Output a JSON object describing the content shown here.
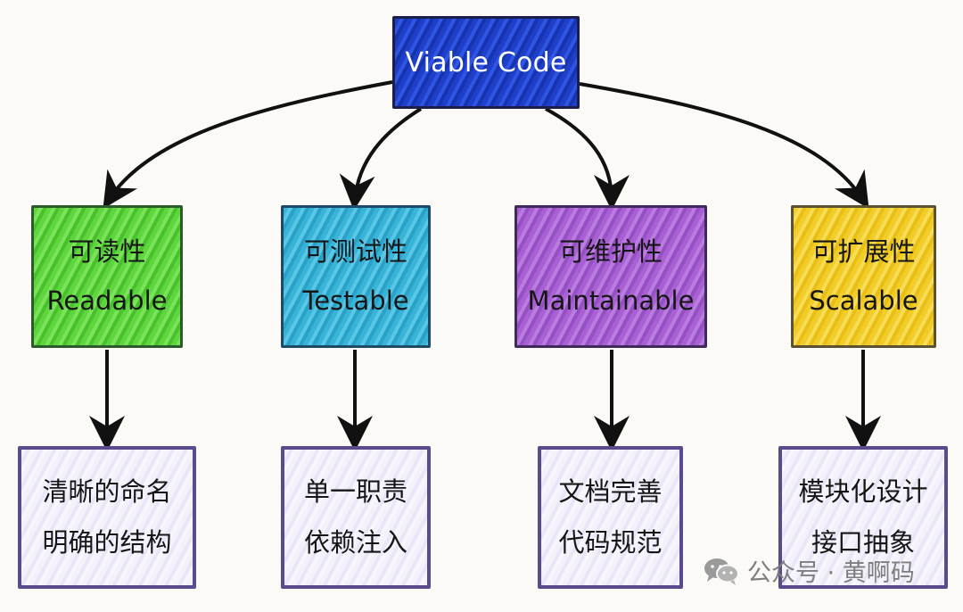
{
  "root": {
    "label": "Viable Code"
  },
  "level1": [
    {
      "zh": "可读性",
      "en": "Readable"
    },
    {
      "zh": "可测试性",
      "en": "Testable"
    },
    {
      "zh": "可维护性",
      "en": "Maintainable"
    },
    {
      "zh": "可扩展性",
      "en": "Scalable"
    }
  ],
  "level2": [
    {
      "lines": [
        "清晰的命名",
        "明确的结构"
      ]
    },
    {
      "lines": [
        "单一职责",
        "依赖注入"
      ]
    },
    {
      "lines": [
        "文档完善",
        "代码规范"
      ]
    },
    {
      "lines": [
        "模块化设计",
        "接口抽象"
      ]
    }
  ],
  "watermark": {
    "text": "公众号 · 黄啊码",
    "icon": "wechat-icon"
  },
  "colors": {
    "root": "#2e55e4",
    "readable": "#5ed63e",
    "testable": "#37b4d8",
    "maintainable": "#a860d4",
    "scalable": "#f2cd2a",
    "leaf": "#f4f1fb",
    "arrow": "#111111"
  }
}
